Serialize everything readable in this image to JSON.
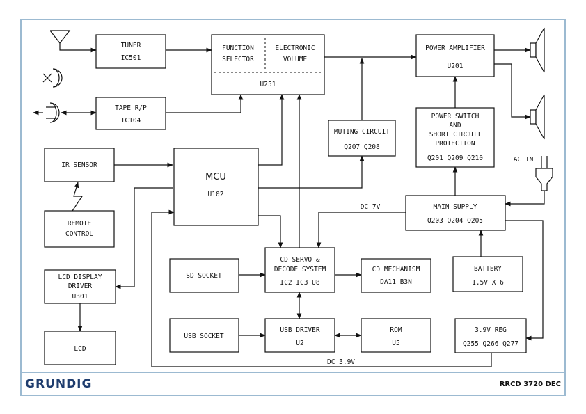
{
  "footer": {
    "brand": "GRUNDIG",
    "model": "RRCD 3720 DEC",
    "brand_color": "#1f3d6e"
  },
  "frame_color": "#9cbad1",
  "blocks": {
    "tuner": [
      "TUNER",
      "IC501"
    ],
    "tape": [
      "TAPE R/P",
      "IC104"
    ],
    "function_selector": [
      "FUNCTION",
      "SELECTOR"
    ],
    "electronic_volume": [
      "ELECTRONIC",
      "VOLUME"
    ],
    "u251": "U251",
    "power_amp": [
      "POWER AMPLIFIER",
      "U201"
    ],
    "power_switch": [
      "POWER SWITCH",
      "AND",
      "SHORT CIRCUIT",
      "PROTECTION",
      "Q201  Q209  Q210"
    ],
    "muting": [
      "MUTING CIRCUIT",
      "Q207  Q208"
    ],
    "ir_sensor": "IR SENSOR",
    "mcu": [
      "MCU",
      "U102"
    ],
    "remote": [
      "REMOTE",
      "CONTROL"
    ],
    "main_supply": [
      "MAIN SUPPLY",
      "Q203    Q204    Q205"
    ],
    "lcd_driver": [
      "LCD DISPLAY",
      "DRIVER",
      "U301"
    ],
    "lcd": "LCD",
    "sd_socket": "SD SOCKET",
    "cd_servo": [
      "CD SERVO  &",
      "DECODE SYSTEM",
      "IC2    IC3    U8"
    ],
    "cd_mech": [
      "CD MECHANISM",
      "DA11  B3N"
    ],
    "battery": [
      "BATTERY",
      "1.5V  X  6"
    ],
    "usb_socket": "USB SOCKET",
    "usb_driver": [
      "USB DRIVER",
      "U2"
    ],
    "rom": [
      "ROM",
      "U5"
    ],
    "reg": [
      "3.9V REG",
      "Q255  Q266  Q277"
    ]
  },
  "labels": {
    "dc7v": "DC  7V",
    "dc39v": "DC  3.9V",
    "ac_in": "AC IN"
  }
}
